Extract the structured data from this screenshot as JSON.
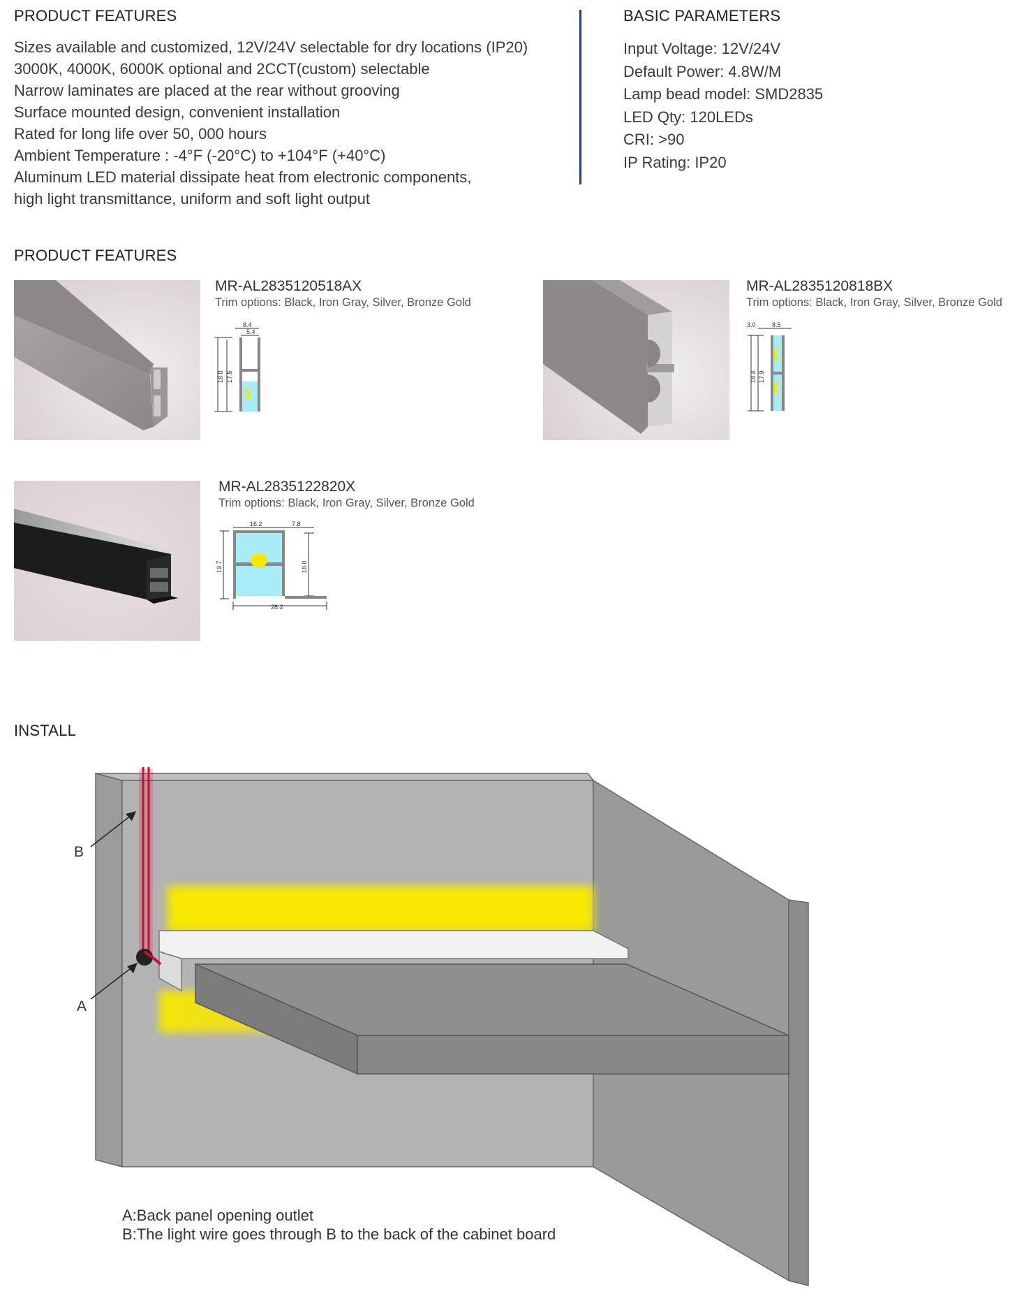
{
  "features": {
    "title": "PRODUCT FEATURES",
    "items": [
      "Sizes available and customized, 12V/24V selectable for dry locations (IP20)",
      "3000K, 4000K, 6000K optional and 2CCT(custom) selectable",
      "Narrow laminates are placed at the rear without grooving",
      "Surface mounted design, convenient installation",
      "Rated for long life over 50, 000 hours",
      "Ambient Temperature : -4°F (-20°C) to +104°F (+40°C)",
      "Aluminum LED material dissipate heat from electronic components,",
      "high light transmittance, uniform and soft light output"
    ]
  },
  "parameters": {
    "title": "BASIC PARAMETERS",
    "items": [
      "Input Voltage:  12V/24V",
      "Default Power:  4.8W/M",
      "Lamp bead model:  SMD2835",
      "LED Qty:  120LEDs",
      "CRI:  >90",
      "IP Rating:  IP20"
    ]
  },
  "products": {
    "title": "PRODUCT FEATURES",
    "items": [
      {
        "model": "MR-AL2835120518AX",
        "trim": "Trim options: Black, Iron Gray, Silver, Bronze Gold",
        "dims": [
          "8.4",
          "5.4",
          "18.0",
          "17.5"
        ]
      },
      {
        "model": "MR-AL2835120818BX",
        "trim": "Trim options: Black, Iron Gray, Silver, Bronze Gold",
        "dims": [
          "3.0",
          "8.5",
          "18.4",
          "17.9"
        ]
      },
      {
        "model": "MR-AL2835122820X",
        "trim": "Trim options: Black, Iron Gray, Silver, Bronze Gold",
        "dims": [
          "16.2",
          "7.8",
          "19.7",
          "18.0",
          "28.2"
        ]
      }
    ]
  },
  "install": {
    "title": "INSTALL",
    "label_a": "A",
    "label_b": "B",
    "caption_a": "A:Back panel opening outlet",
    "caption_b": "B:The light wire goes through B to the back of the cabinet board"
  },
  "colors": {
    "accent_divider": "#1f3e7a",
    "led_yellow": "#f8e800",
    "led_cyan": "#a8ecf8",
    "wire_red": "#c8102e"
  }
}
